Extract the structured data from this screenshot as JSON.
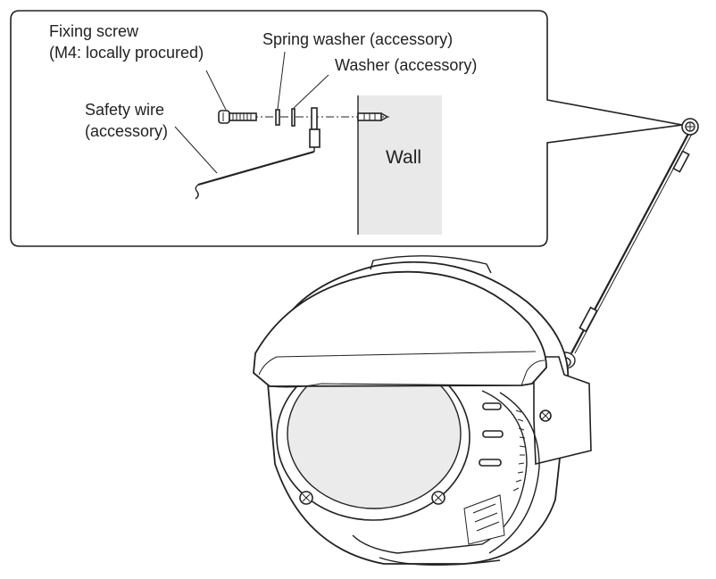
{
  "labels": {
    "fixing_screw_line1": "Fixing screw",
    "fixing_screw_line2": "(M4: locally procured)",
    "spring_washer": "Spring washer (accessory)",
    "washer": "Washer (accessory)",
    "safety_wire_line1": "Safety wire",
    "safety_wire_line2": "(accessory)",
    "wall": "Wall"
  },
  "colors": {
    "line": "#222222",
    "wall_fill": "#e9e9e9",
    "dome_fill": "#ebebeb",
    "background": "#ffffff"
  }
}
